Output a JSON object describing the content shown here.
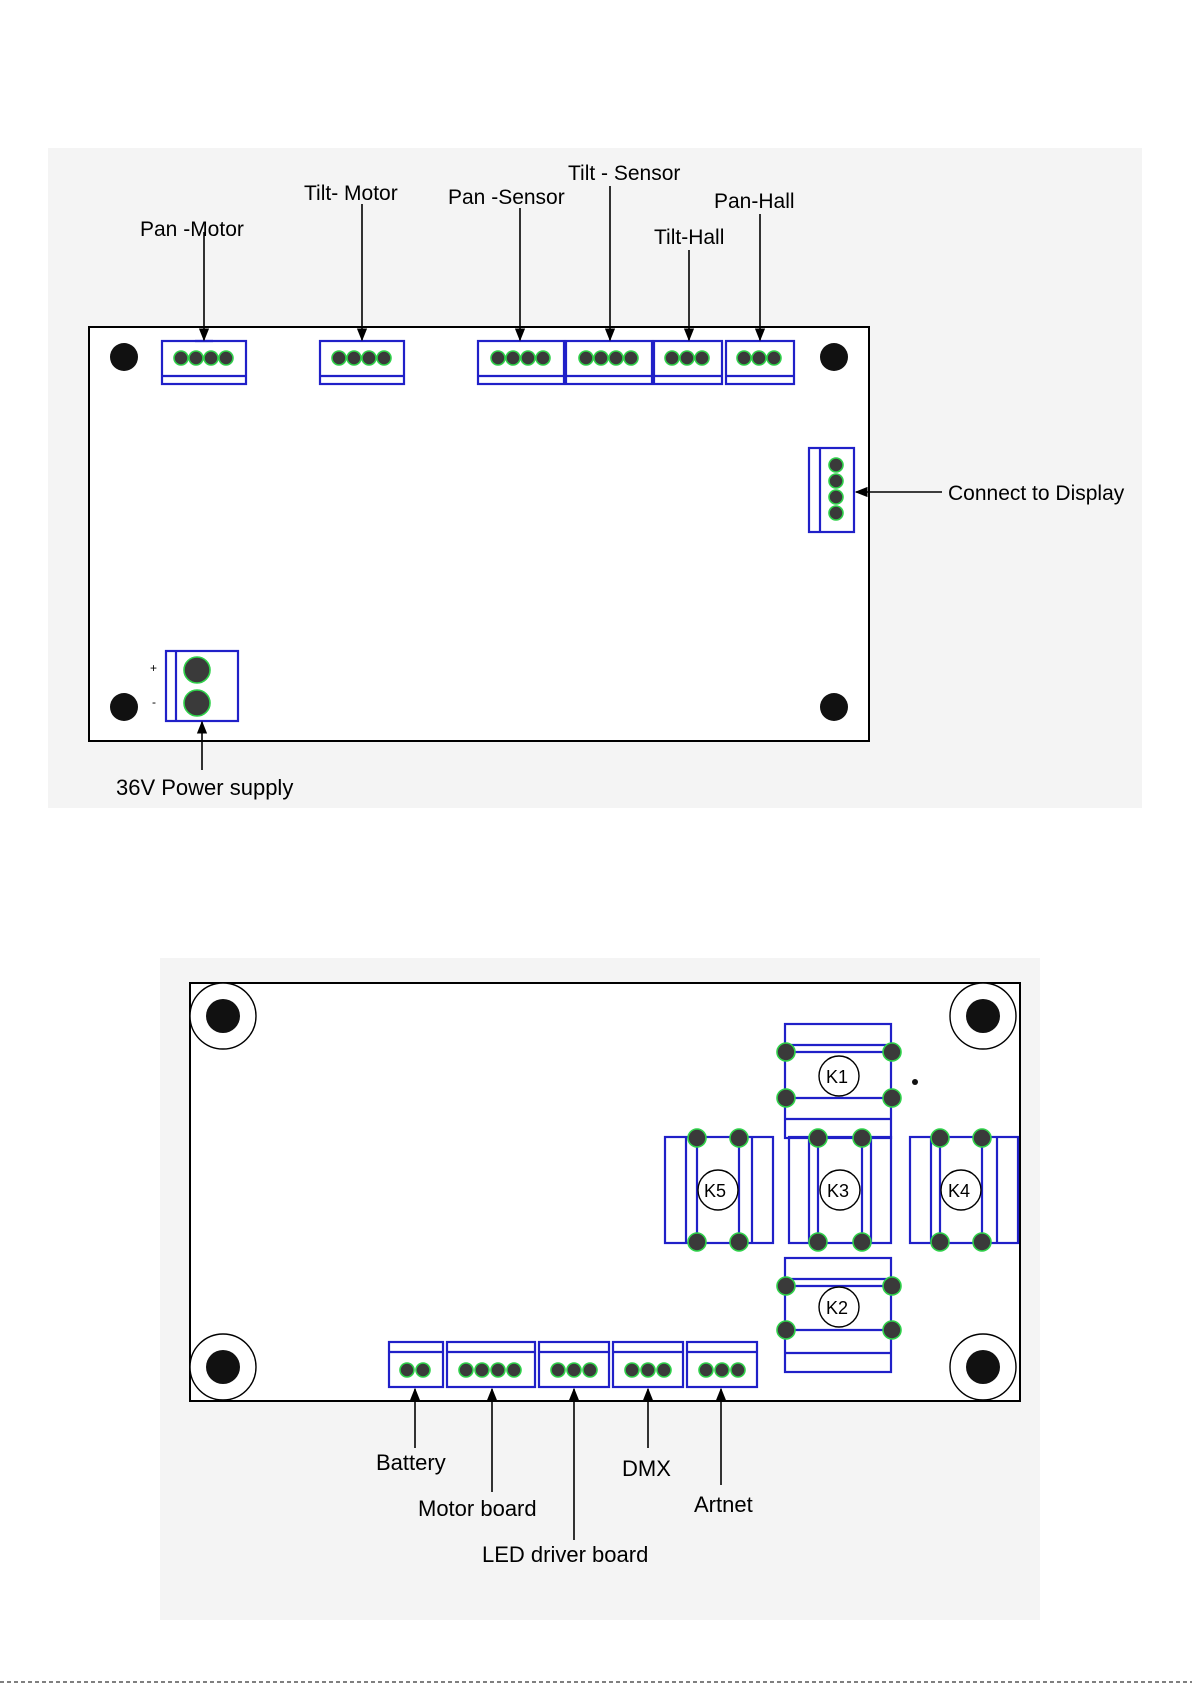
{
  "diagram1": {
    "labels": {
      "pan_motor": "Pan -Motor",
      "tilt_motor": "Tilt- Motor",
      "pan_sensor": "Pan -Sensor",
      "tilt_sensor": "Tilt - Sensor",
      "tilt_hall": "Tilt-Hall",
      "pan_hall": "Pan-Hall",
      "display": "Connect to Display",
      "power": "36V Power supply",
      "plus": "+",
      "minus": "-"
    }
  },
  "diagram2": {
    "relays": [
      "K1",
      "K5",
      "K3",
      "K4",
      "K2"
    ],
    "labels": {
      "battery": "Battery",
      "motor_board": "Motor board",
      "led_driver": "LED driver board",
      "dmx": "DMX",
      "artnet": "Artnet"
    }
  },
  "colors": {
    "connector": "#2020c8",
    "pin_ring": "#2fd14a",
    "pin_fill": "#3a3a3a",
    "panel_bg": "#f4f4f4"
  }
}
